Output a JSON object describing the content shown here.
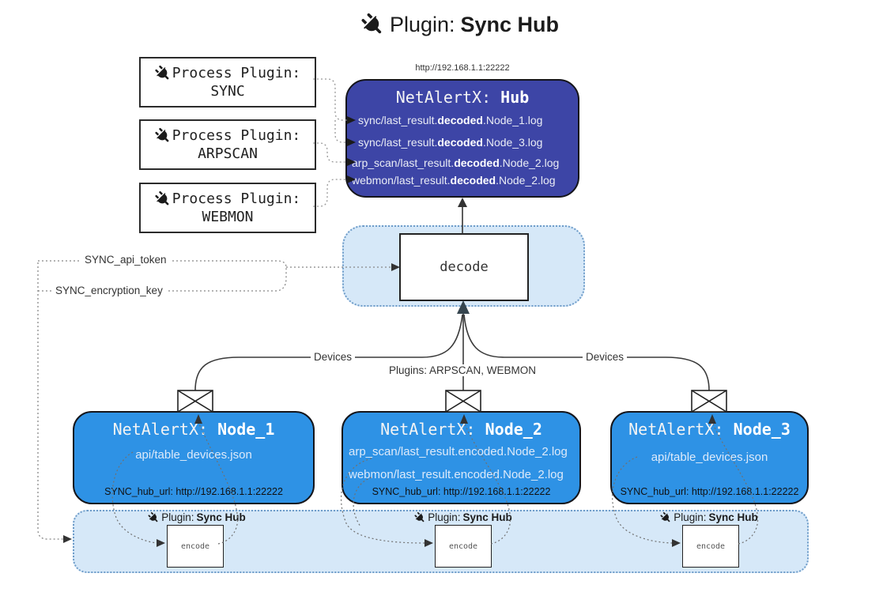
{
  "title": {
    "prefix": "Plugin:",
    "name": "Sync Hub"
  },
  "colors": {
    "hub_bg": "#3d45a6",
    "node_bg": "#2e92e5",
    "container_bg": "#d6e8f8",
    "container_border": "#6e9cc9",
    "box_border": "#15151a"
  },
  "process_plugins": [
    {
      "label": "Process Plugin:",
      "name": "SYNC"
    },
    {
      "label": "Process Plugin:",
      "name": "ARPSCAN"
    },
    {
      "label": "Process Plugin:",
      "name": "WEBMON"
    }
  ],
  "hub": {
    "url": "http://192.168.1.1:22222",
    "title_prefix": "NetAlertX:",
    "title_name": "Hub",
    "logs": [
      {
        "pre": "sync/last_result.",
        "bold": "decoded",
        "post": ".Node_1.log"
      },
      {
        "pre": "sync/last_result.",
        "bold": "decoded",
        "post": ".Node_3.log"
      },
      {
        "pre": "arp_scan/last_result.",
        "bold": "decoded",
        "post": ".Node_2.log"
      },
      {
        "pre": "webmon/last_result.",
        "bold": "decoded",
        "post": ".Node_2.log"
      }
    ]
  },
  "decode": {
    "label": "decode"
  },
  "settings": {
    "api_token": "SYNC_api_token",
    "encryption_key": "SYNC_encryption_key"
  },
  "edges": {
    "devices_left": "Devices",
    "devices_right": "Devices",
    "plugins_mid": "Plugins: ARPSCAN, WEBMON"
  },
  "nodes": [
    {
      "title_prefix": "NetAlertX:",
      "title_name": "Node_1",
      "files": [
        "api/table_devices.json"
      ],
      "hub_url": "SYNC_hub_url: http://192.168.1.1:22222"
    },
    {
      "title_prefix": "NetAlertX:",
      "title_name": "Node_2",
      "files": [
        "arp_scan/last_result.encoded.Node_2.log",
        "webmon/last_result.encoded.Node_2.log"
      ],
      "hub_url": "SYNC_hub_url: http://192.168.1.1:22222"
    },
    {
      "title_prefix": "NetAlertX:",
      "title_name": "Node_3",
      "files": [
        "api/table_devices.json"
      ],
      "hub_url": "SYNC_hub_url: http://192.168.1.1:22222"
    }
  ],
  "encoders": [
    {
      "label_prefix": "Plugin:",
      "label_name": "Sync Hub",
      "box": "encode"
    },
    {
      "label_prefix": "Plugin:",
      "label_name": "Sync Hub",
      "box": "encode"
    },
    {
      "label_prefix": "Plugin:",
      "label_name": "Sync Hub",
      "box": "encode"
    }
  ]
}
